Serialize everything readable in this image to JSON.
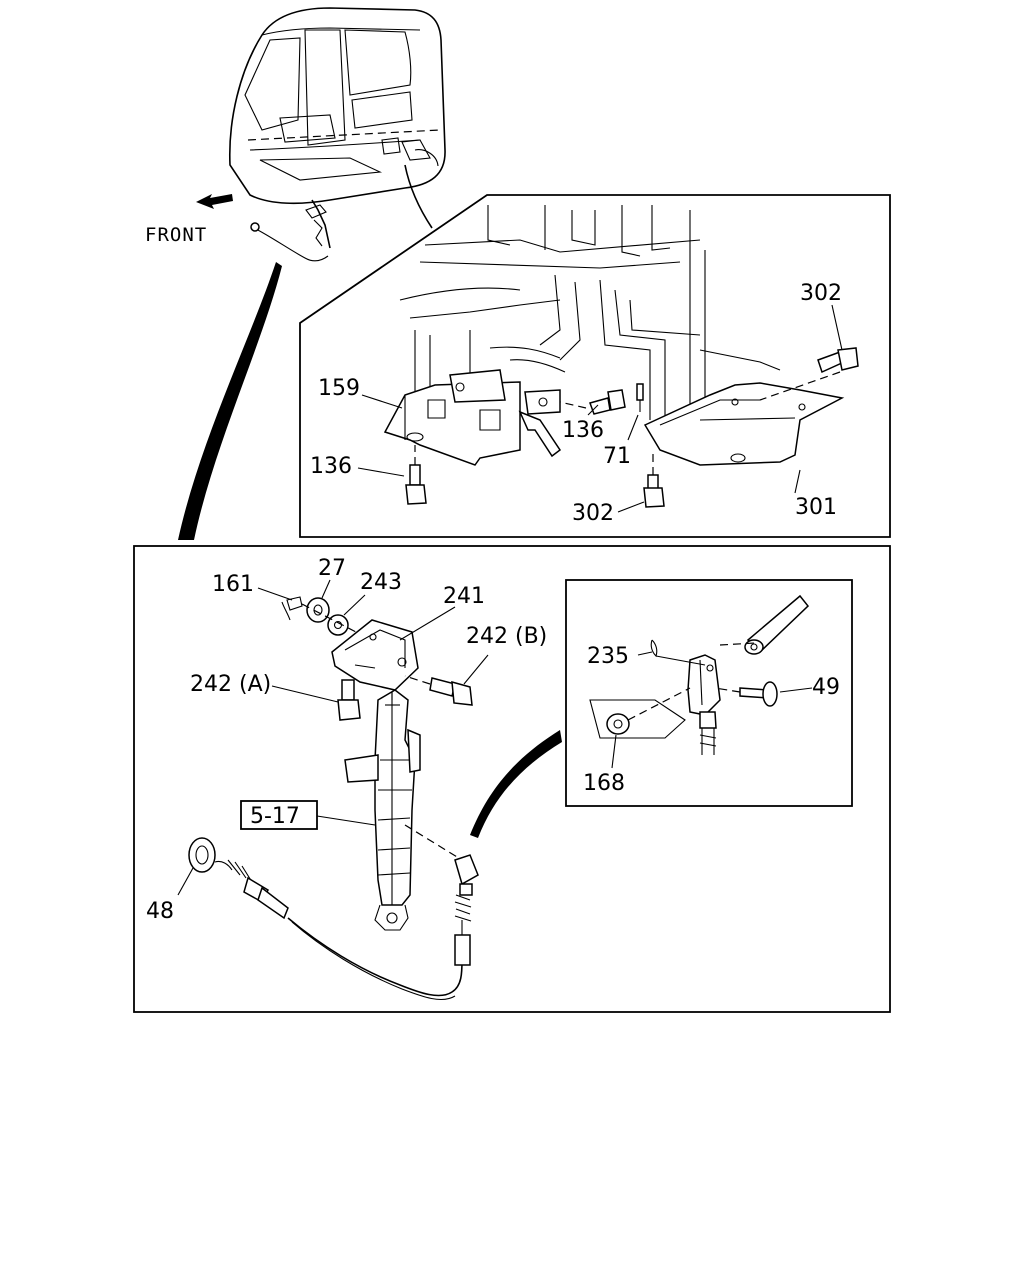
{
  "front_label": "FRONT",
  "callouts": {
    "c302a": "302",
    "c159": "159",
    "c136a": "136",
    "c71": "71",
    "c136b": "136",
    "c302b": "302",
    "c301": "301",
    "c161": "161",
    "c27": "27",
    "c243": "243",
    "c241": "241",
    "c242b": "242 (B)",
    "c242a": "242 (A)",
    "c235": "235",
    "c49": "49",
    "c168": "168",
    "c517": "5-17",
    "c48": "48"
  }
}
